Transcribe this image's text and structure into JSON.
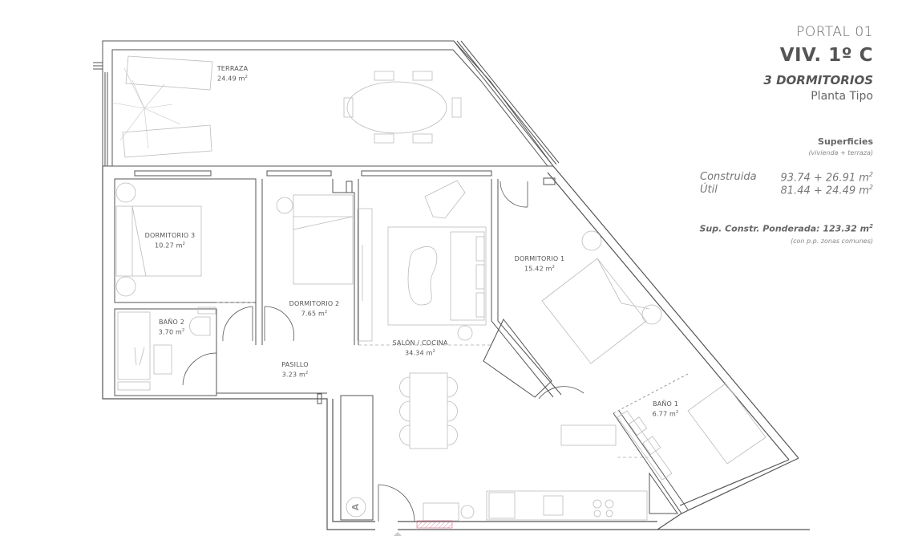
{
  "header": {
    "portal": "PORTAL 01",
    "unit": "VIV. 1º C",
    "bedrooms": "3 DORMITORIOS",
    "floor_type": "Planta Tipo"
  },
  "surfaces": {
    "title": "Superficies",
    "subtitle": "(vivienda + terraza)",
    "rows": [
      {
        "label": "Construida",
        "value": "93.74 + 26.91 m",
        "unit_sup": "2"
      },
      {
        "label": "Útil",
        "value": "81.44 + 24.49 m",
        "unit_sup": "2"
      }
    ],
    "weighted_label": "Sup. Constr. Ponderada: 123.32 m",
    "weighted_sup": "2",
    "weighted_note": "(con p.p. zonas comunes)"
  },
  "rooms": [
    {
      "name": "TERRAZA",
      "area": "24.49 m",
      "sup": "2"
    },
    {
      "name": "DORMITORIO 3",
      "area": "10.27 m",
      "sup": "2"
    },
    {
      "name": "DORMITORIO 2",
      "area": "7.65 m",
      "sup": "2"
    },
    {
      "name": "BAÑO 2",
      "area": "3.70 m",
      "sup": "2"
    },
    {
      "name": "PASILLO",
      "area": "3.23 m",
      "sup": "2"
    },
    {
      "name": "SALÓN / COCINA",
      "area": "34.34 m",
      "sup": "2"
    },
    {
      "name": "DORMITORIO 1",
      "area": "15.42 m",
      "sup": "2"
    },
    {
      "name": "BAÑO 1",
      "area": "6.77 m",
      "sup": "2"
    }
  ],
  "markers": {
    "entrance_letter": "A"
  },
  "colors": {
    "wall": "#555555",
    "furniture": "#b5b5b5",
    "text": "#666666",
    "hatch": "#d66a8a"
  }
}
